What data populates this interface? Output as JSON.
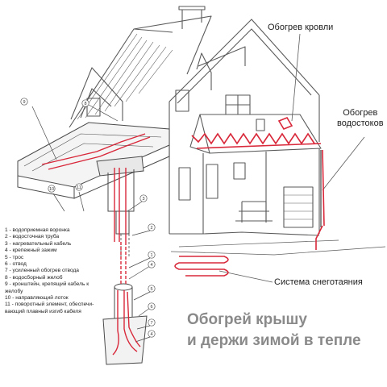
{
  "labels": {
    "roof_heating": "Обогрев кровли",
    "gutter_heating": [
      "Обогрев",
      "водостоков"
    ],
    "snow_melting": "Система снеготаяния"
  },
  "legend": [
    "1 - водоприемная воронка",
    "2 - водосточная труба",
    "3 - нагревательный кабель",
    "4 - крепежный зажим",
    "5 - трос",
    "6 - отвод",
    "7 - усиленный обогрев отвода",
    "8 - водосборный желоб",
    "9 - кронштейн, крепящий кабель к",
    "желобу",
    "10 - направляющий лоток",
    "11 - поворотный элемент, обеспечи-",
    "вающий плавный изгиб кабеля"
  ],
  "callout_numbers": [
    "9",
    "8",
    "10",
    "11",
    "3",
    "2",
    "1",
    "4",
    "5",
    "6",
    "7",
    "4"
  ],
  "slogan": [
    "Обогрей крышу",
    "и держи зимой в тепле"
  ],
  "colors": {
    "line": "#5a5a5a",
    "cable": "#d8283a",
    "slogan": "#8a8a8a"
  }
}
